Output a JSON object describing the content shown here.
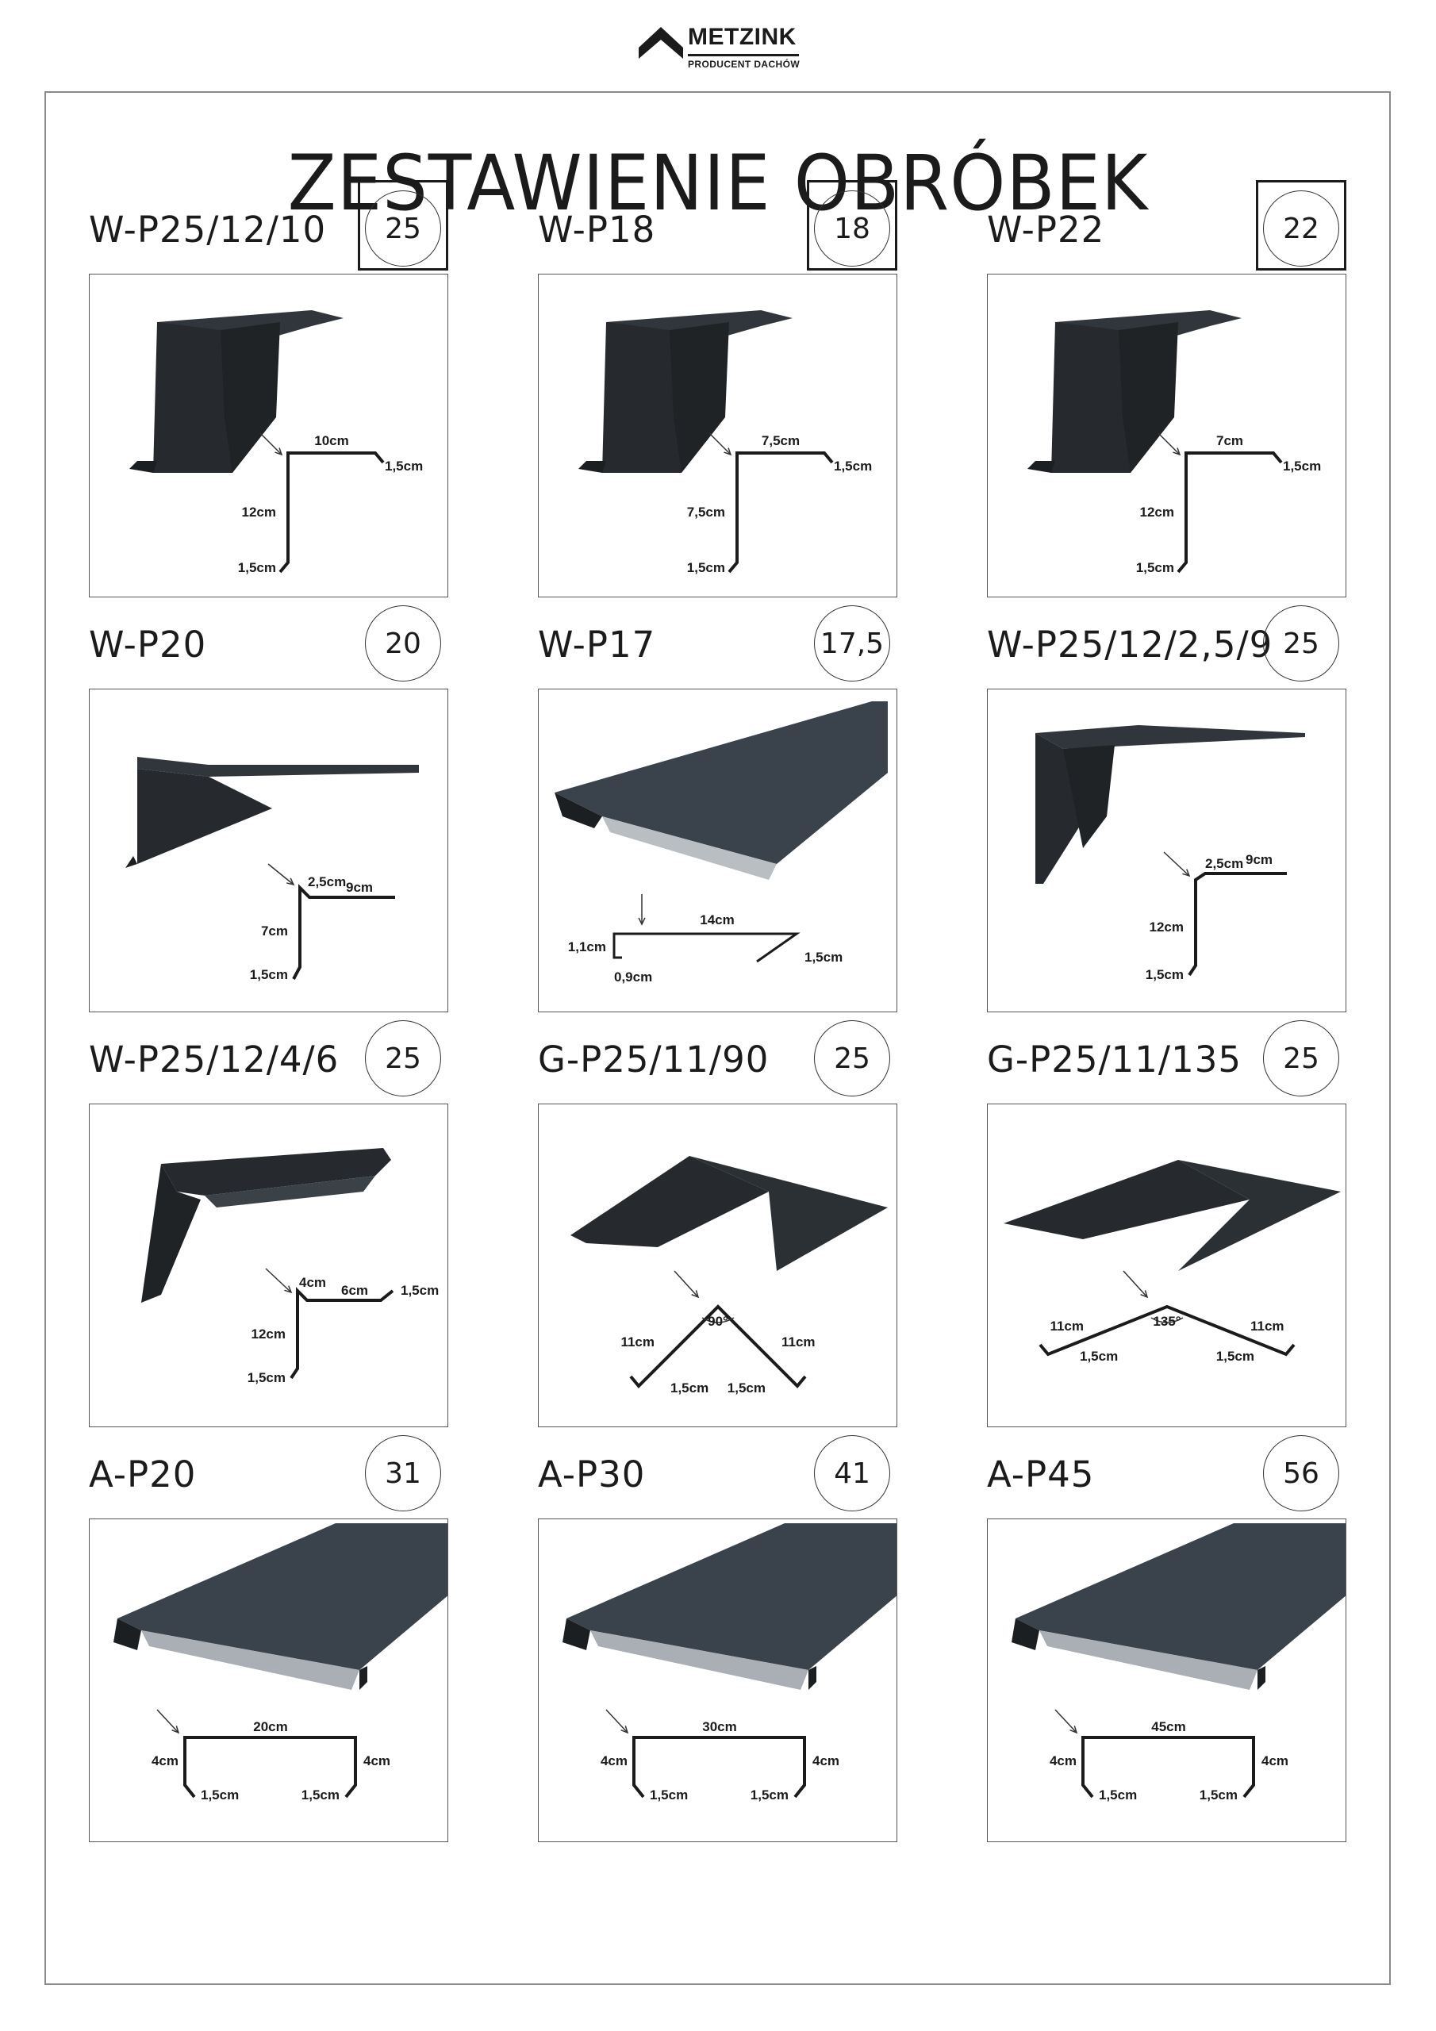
{
  "brand": {
    "name_a": "MET",
    "name_b": "ZINK",
    "tagline": "PRODUCENT DACHÓW"
  },
  "title": "ZESTAWIENIE OBRÓBEK",
  "colors": {
    "metal": "#262a2e",
    "metal_flat": "#3a434b",
    "text": "#1b1b1b",
    "frame": "#8a8a8a"
  },
  "products": [
    {
      "code": "W-P25/12/10",
      "number": "25",
      "boxed": true,
      "dims": [
        "10cm",
        "1,5cm",
        "12cm",
        "1,5cm"
      ]
    },
    {
      "code": "W-P18",
      "number": "18",
      "boxed": true,
      "dims": [
        "7,5cm",
        "1,5cm",
        "7,5cm",
        "1,5cm"
      ]
    },
    {
      "code": "W-P22",
      "number": "22",
      "boxed": true,
      "dims": [
        "7cm",
        "1,5cm",
        "12cm",
        "1,5cm"
      ]
    },
    {
      "code": "W-P20",
      "number": "20",
      "boxed": false,
      "dims": [
        "2,5cm",
        "9cm",
        "7cm",
        "1,5cm"
      ]
    },
    {
      "code": "W-P17",
      "number": "17,5",
      "boxed": false,
      "dims": [
        "14cm",
        "1,1cm",
        "1,5cm",
        "0,9cm"
      ]
    },
    {
      "code": "W-P25/12/2,5/9",
      "number": "25",
      "boxed": false,
      "dims": [
        "2,5cm",
        "9cm",
        "12cm",
        "1,5cm"
      ]
    },
    {
      "code": "W-P25/12/4/6",
      "number": "25",
      "boxed": false,
      "dims": [
        "4cm",
        "6cm",
        "1,5cm",
        "12cm",
        "1,5cm"
      ]
    },
    {
      "code": "G-P25/11/90",
      "number": "25",
      "boxed": false,
      "dims": [
        "90°",
        "11cm",
        "11cm",
        "1,5cm",
        "1,5cm"
      ]
    },
    {
      "code": "G-P25/11/135",
      "number": "25",
      "boxed": false,
      "dims": [
        "135°",
        "11cm",
        "11cm",
        "1,5cm",
        "1,5cm"
      ]
    },
    {
      "code": "A-P20",
      "number": "31",
      "boxed": false,
      "dims": [
        "20cm",
        "4cm",
        "4cm",
        "1,5cm",
        "1,5cm"
      ]
    },
    {
      "code": "A-P30",
      "number": "41",
      "boxed": false,
      "dims": [
        "30cm",
        "4cm",
        "4cm",
        "1,5cm",
        "1,5cm"
      ]
    },
    {
      "code": "A-P45",
      "number": "56",
      "boxed": false,
      "dims": [
        "45cm",
        "4cm",
        "4cm",
        "1,5cm",
        "1,5cm"
      ]
    }
  ]
}
